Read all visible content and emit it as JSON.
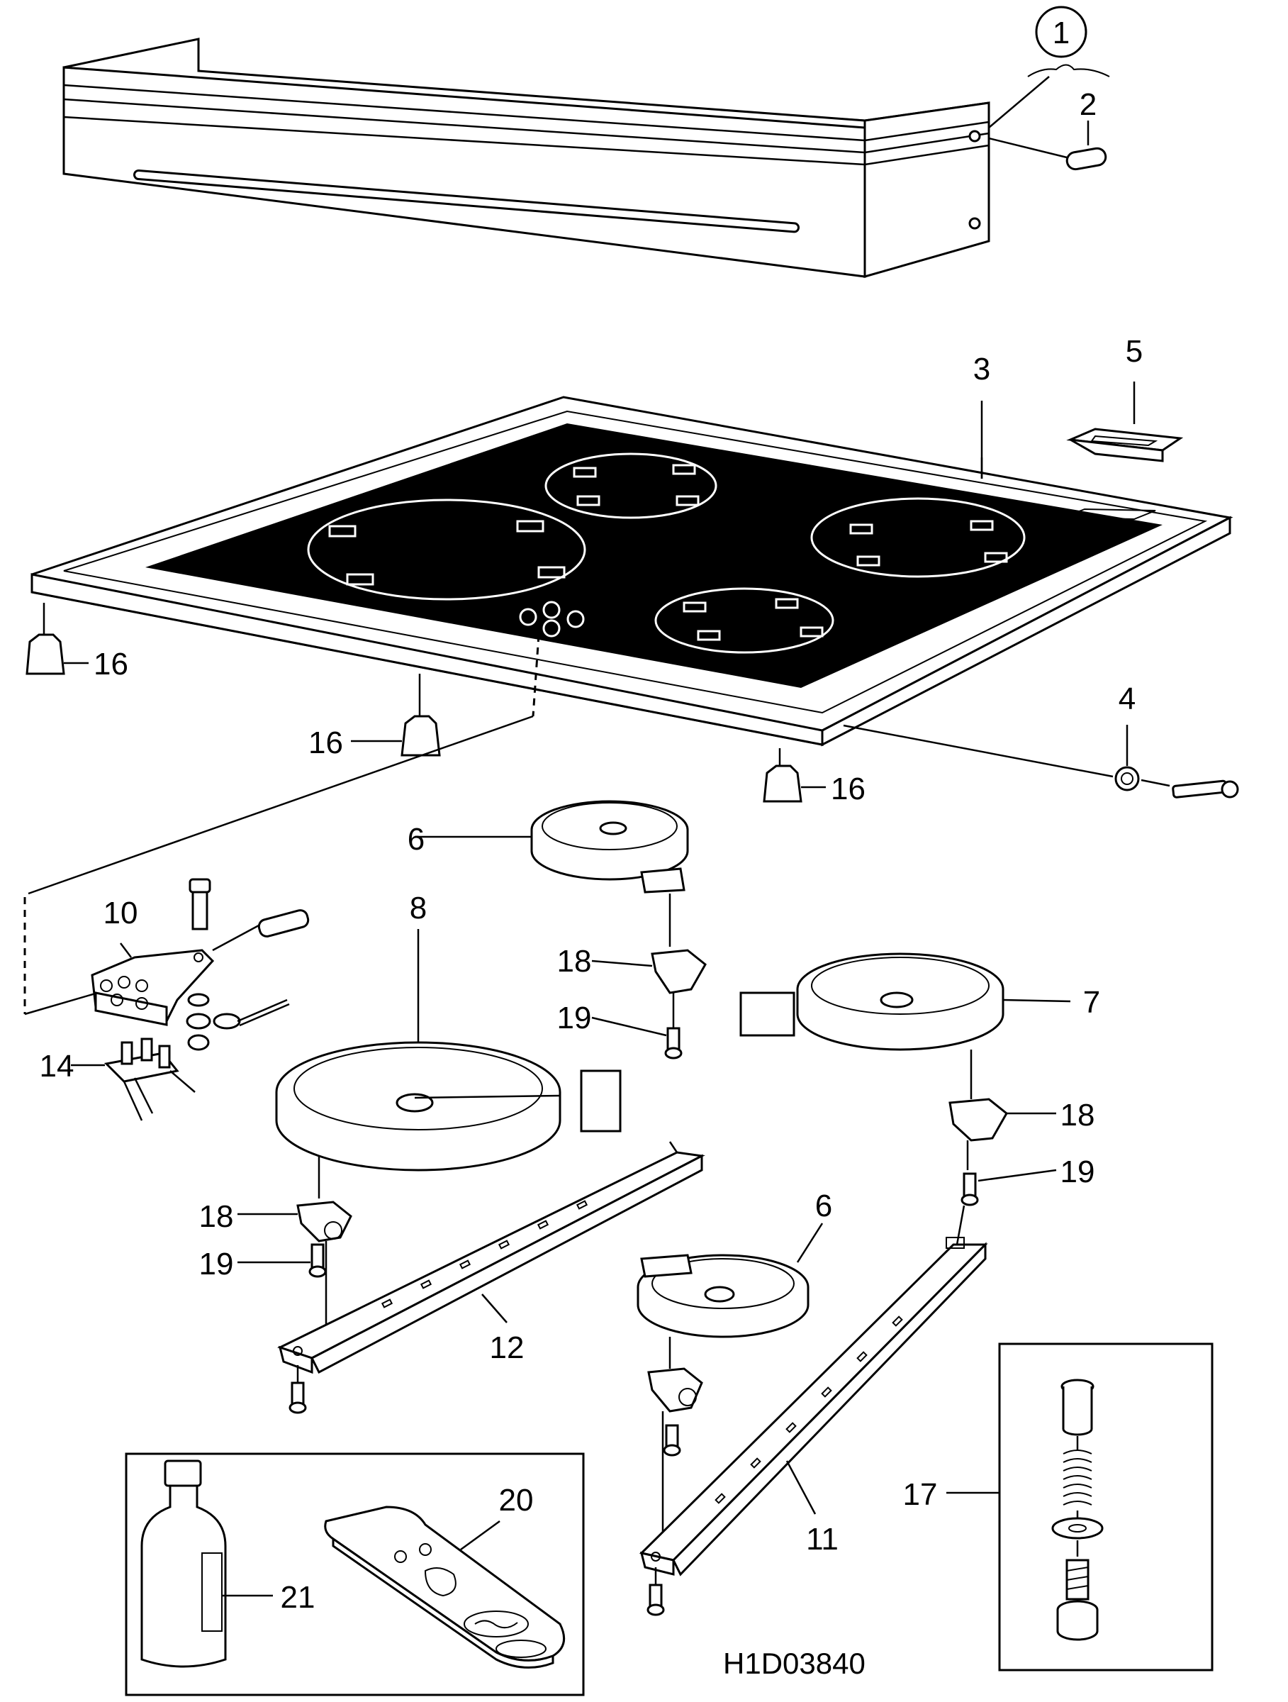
{
  "drawing_code": "H1D03840",
  "part_labels": {
    "p1": "1",
    "p2": "2",
    "p3": "3",
    "p4": "4",
    "p5": "5",
    "p6a": "6",
    "p6b": "6",
    "p7": "7",
    "p8": "8",
    "p10": "10",
    "p11": "11",
    "p12": "12",
    "p14": "14",
    "p16a": "16",
    "p16b": "16",
    "p16c": "16",
    "p17": "17",
    "p18a": "18",
    "p18b": "18",
    "p18c": "18",
    "p19a": "19",
    "p19b": "19",
    "p19c": "19",
    "p20": "20",
    "p21": "21"
  }
}
